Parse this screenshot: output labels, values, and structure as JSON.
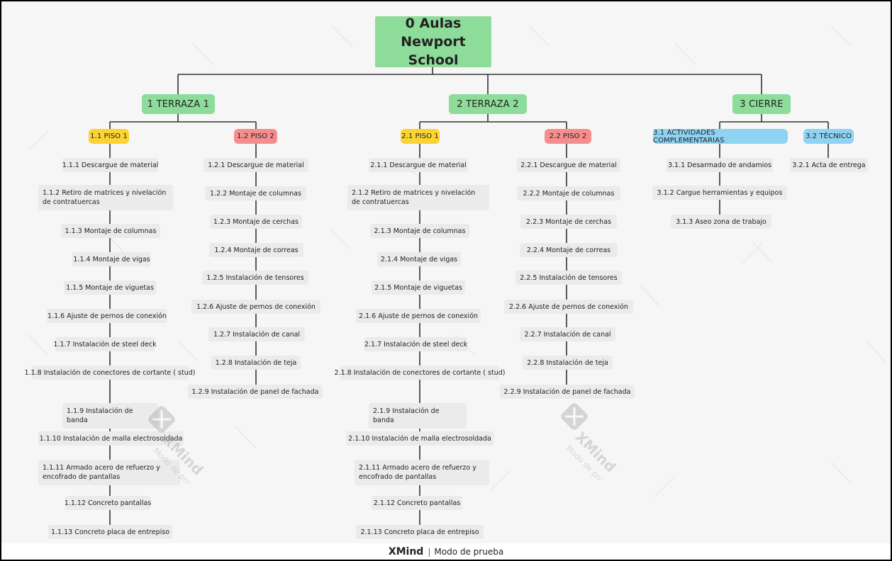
{
  "root": {
    "label": "0 Aulas Newport School",
    "color": "#8ddc99"
  },
  "branches": [
    {
      "label": "1 TERRAZA 1",
      "color": "#8ddc99",
      "children": [
        {
          "label": "1.1 PISO 1",
          "color": "#fbd335",
          "items": [
            "1.1.1 Descargue de material",
            "1.1.2 Retiro de matrices y nivelación de contratuercas",
            "1.1.3 Montaje de columnas",
            "1.1.4 Montaje de vigas",
            "1.1.5 Montaje de viguetas",
            "1.1.6 Ajuste de pernos de conexión",
            "1.1.7 Instalación de steel deck",
            "1.1.8 Instalación de conectores de cortante ( stud)",
            "1.1.9 Instalación de banda",
            "1.1.10 Instalación de malla electrosoldada",
            "1.1.11 Armado acero de refuerzo y encofrado de pantallas",
            "1.1.12 Concreto pantallas",
            "1.1.13 Concreto placa de entrepiso"
          ]
        },
        {
          "label": "1.2 PISO 2",
          "color": "#f58d8d",
          "items": [
            "1.2.1 Descargue de material",
            "1.2.2 Montaje de columnas",
            "1.2.3 Montaje de cerchas",
            "1.2.4 Montaje de correas",
            "1.2.5 Instalación de tensores",
            "1.2.6 Ajuste de pernos de conexión",
            "1.2.7 Instalación de canal",
            "1.2.8 Instalación de teja",
            "1.2.9 Instalación de panel de fachada"
          ]
        }
      ]
    },
    {
      "label": "2 TERRAZA 2",
      "color": "#8ddc99",
      "children": [
        {
          "label": "2.1 PISO 1",
          "color": "#fbd335",
          "items": [
            "2.1.1 Descargue de material",
            "2.1.2 Retiro de matrices y nivelación de contratuercas",
            "2.1.3 Montaje de columnas",
            "2.1.4 Montaje de vigas",
            "2.1.5 Montaje de viguetas",
            "2.1.6 Ajuste de pernos de conexión",
            "2.1.7 Instalación de steel deck",
            "2.1.8 Instalación de conectores de cortante ( stud)",
            "2.1.9 Instalación de banda",
            "2.1.10 Instalación de malla electrosoldada",
            "2.1.11 Armado acero de refuerzo y encofrado de pantallas",
            "2.1.12 Concreto pantallas",
            "2.1.13 Concreto placa de entrepiso"
          ]
        },
        {
          "label": "2.2 PISO 2",
          "color": "#f58d8d",
          "items": [
            "2.2.1 Descargue de material",
            "2.2.2 Montaje de columnas",
            "2.2.3 Montaje de cerchas",
            "2.2.4 Montaje de correas",
            "2.2.5 Instalación de tensores",
            "2.2.6 Ajuste de pernos de conexión",
            "2.2.7 Instalación de canal",
            "2.2.8 Instalación de teja",
            "2.2.9 Instalación de panel de fachada"
          ]
        }
      ]
    },
    {
      "label": "3 CIERRE",
      "color": "#8ddc99",
      "children": [
        {
          "label": "3.1 ACTIVIDADES COMPLEMENTARIAS",
          "color": "#8fd3f2",
          "items": [
            "3.1.1 Desarmado de andamios",
            "3.1.2 Cargue herramientas y equipos",
            "3.1.3 Aseo zona de trabajo"
          ]
        },
        {
          "label": "3.2 TÉCNICO",
          "color": "#8fd3f2",
          "items": [
            "3.2.1 Acta de entrega"
          ]
        }
      ]
    }
  ],
  "watermark": {
    "brand": "XMind",
    "mode": "Modo de prueba"
  },
  "footer": {
    "brand": "XMind",
    "separator": "|",
    "mode": "Modo de prueba"
  }
}
